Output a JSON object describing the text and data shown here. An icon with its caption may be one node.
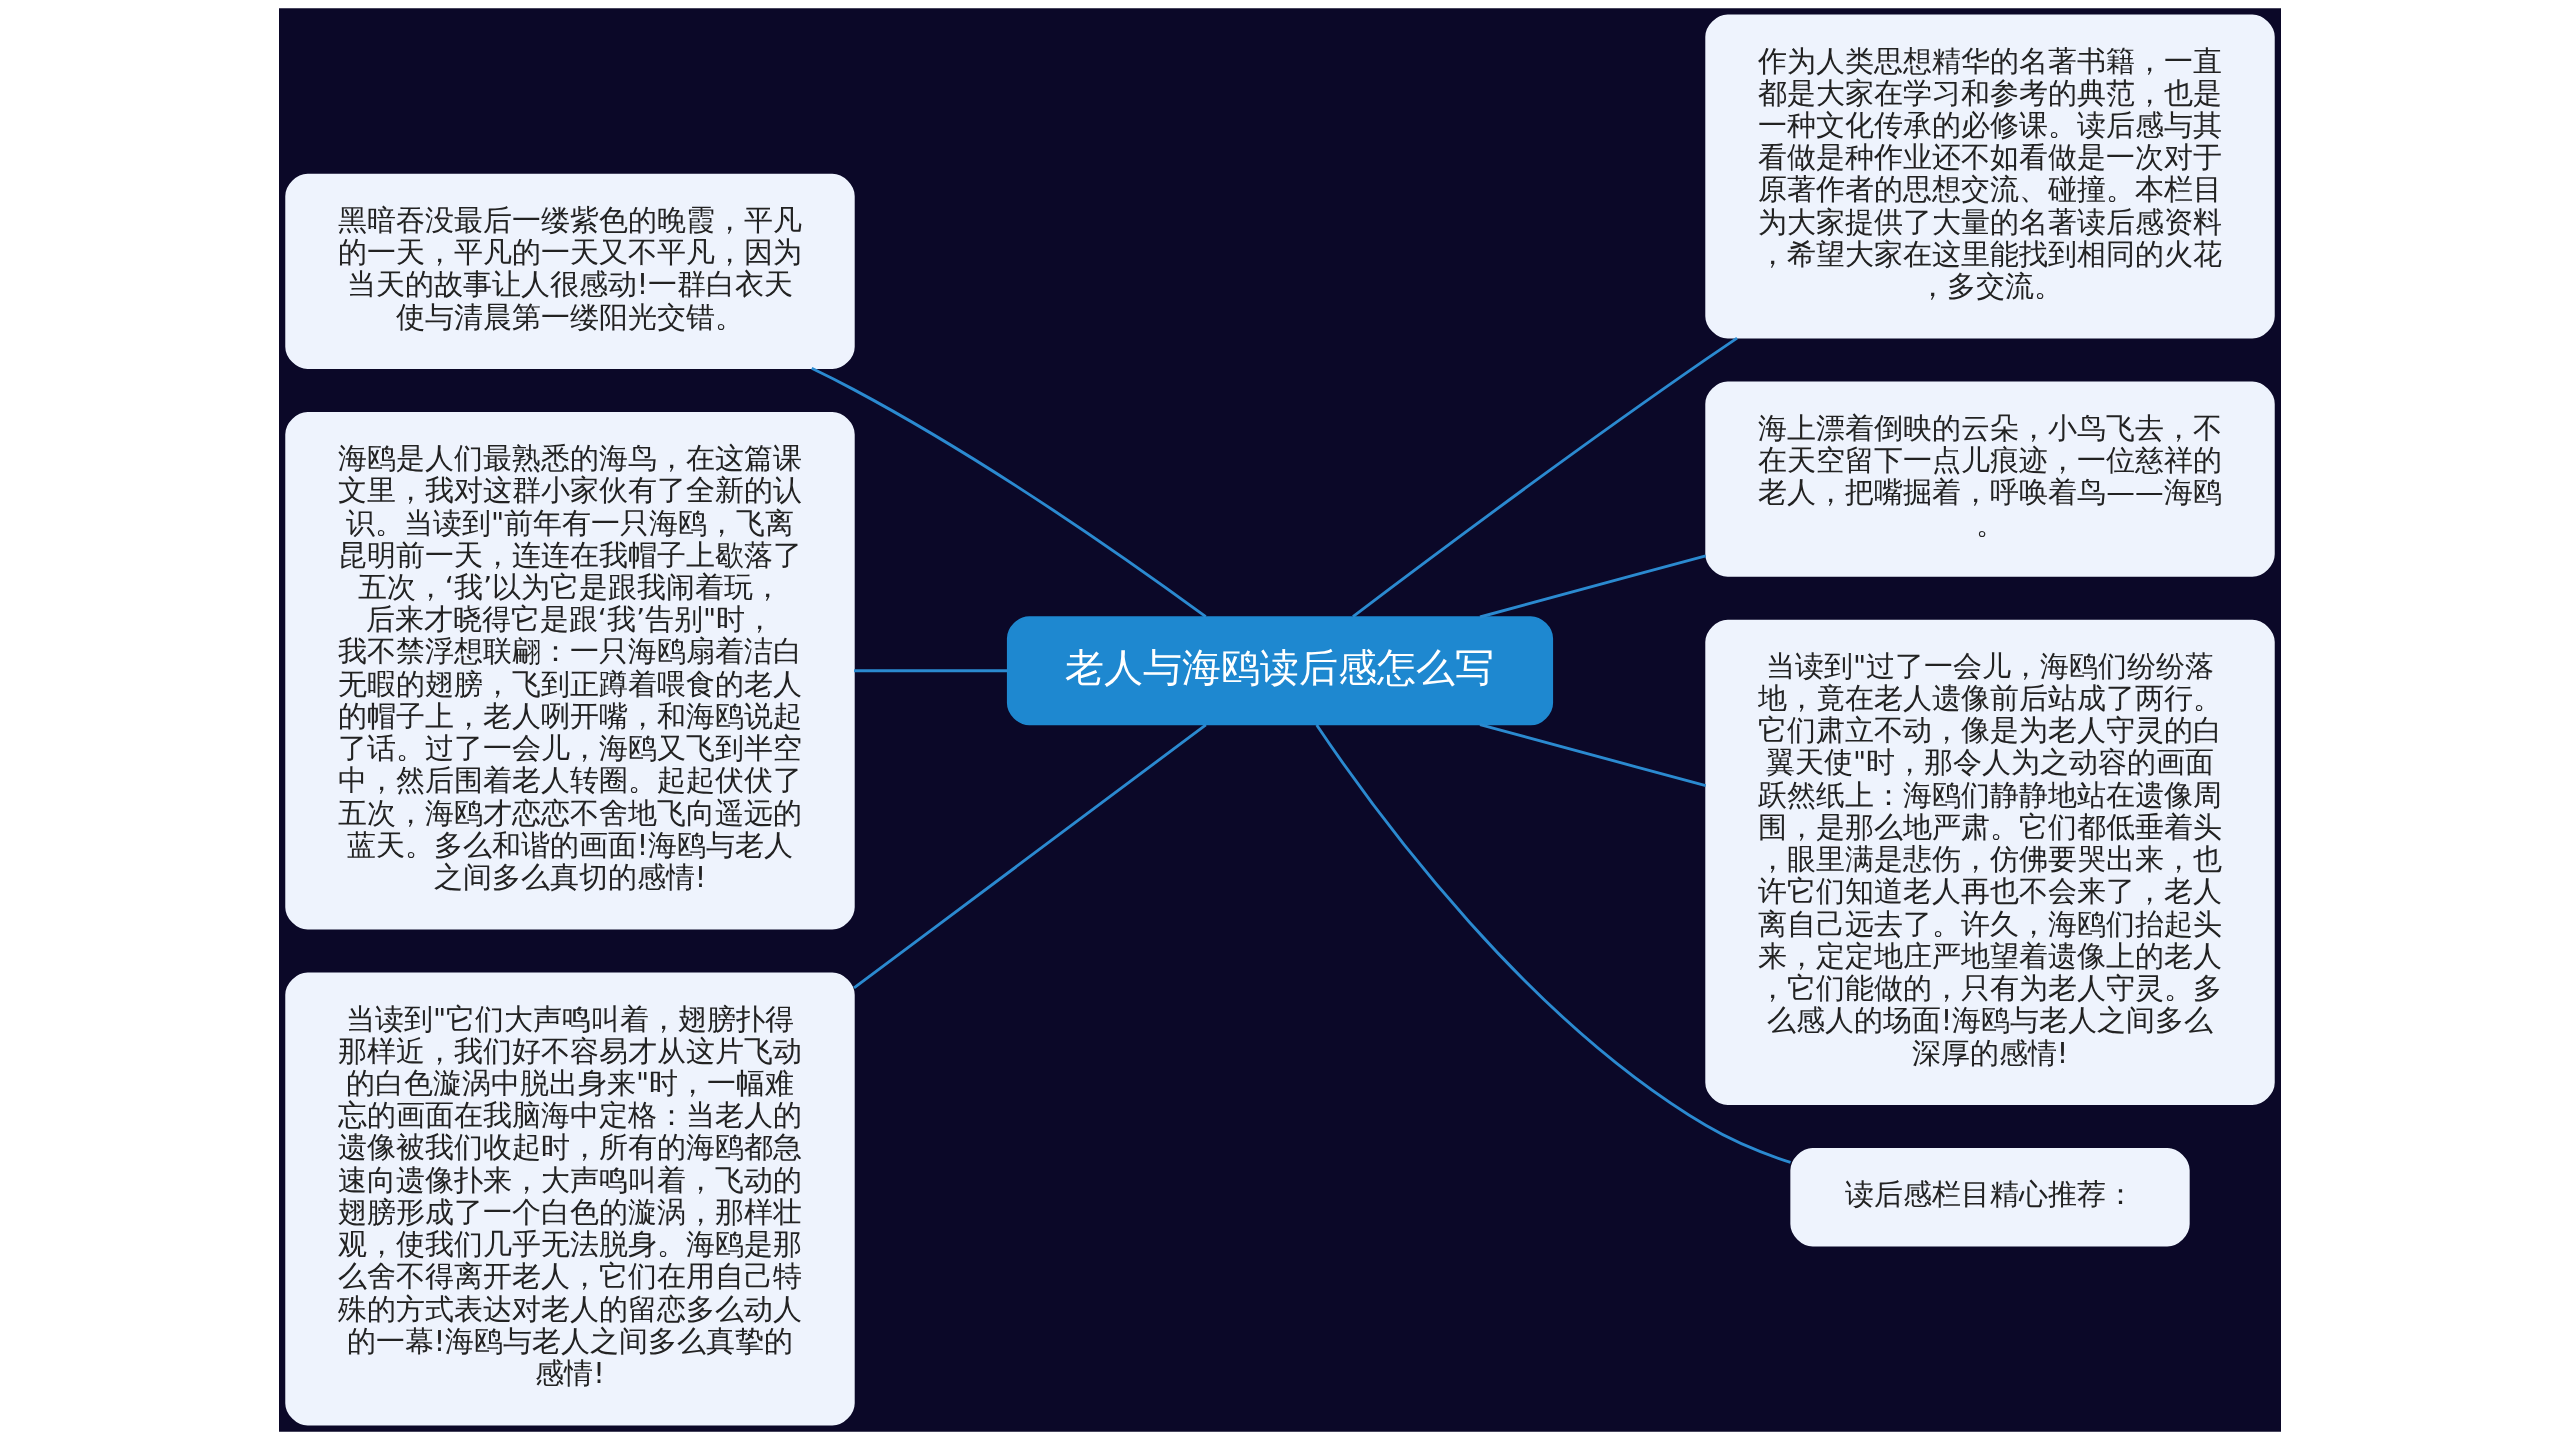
{
  "diagram": {
    "nodes": [
      {
        "text": [
          "老人与海鸥读后感怎么写"
        ]
      },
      {
        "text": [
          "黑暗吞没最后一缕紫色的晚霞，平凡的一天，平凡的一天又不平凡，因为当天的故事让人很感动!一群白衣天使与清晨第一缕阳光交错。"
        ]
      },
      {
        "text": [
          "海鸥是人们最熟悉的海鸟，在这篇课文里，我对这群小家伙有了全新的认识。当读到\"前年有一只海鸥，飞离昆明前一天，连连在我帽子上歇落了五次，‘我’以为它是跟我闹着玩，后来才晓得它是跟‘我’告别\"时，我不禁浮想联翩：一只海鸥扇着洁白无暇的翅膀，飞到正蹲着喂食的老人的帽子上，老人咧开嘴，和海鸥说起了话。过了一会儿，海鸥又飞到半空中，然后围着老人转圈。起起伏伏了五次，海鸥才恋恋不舍地飞向遥远的蓝天。多么和谐的画面!海鸥与老人之间多么真切的感情!"
        ]
      },
      {
        "text": [
          "当读到\"它们大声鸣叫着，翅膀扑得那样近，我们好不容易才从这片飞动的白色漩涡中脱出身来\"时，一幅难忘的画面在我脑海中定格：当老人的遗像被我们收起时，所有的海鸥都急速向遗像扑来，大声鸣叫着，飞动的翅膀形成了一个白色的漩涡，那样壮观，使我们几乎无法脱身。海鸥是那么舍不得离开老人，它们在用自己特殊的方式表达对老人的留恋多么动人的一幕!海鸥与老人之间多么真挚的感情!"
        ]
      },
      {
        "text": [
          "作为人类思想精华的名著书籍，一直都是大家在学习和参考的典范，也是一种文化传承的必修课。读后感与其看做是种作业还不如看做是一次对于原著作者的思想交流、碰撞。本栏目为大家提供了大量的名著读后感资料，希望大家在这里能找到相同的火花，多交流。"
        ]
      },
      {
        "text": [
          "海上漂着倒映的云朵，小鸟飞去，不在天空留下一点儿痕迹，一位慈祥的老人，把嘴掘着，呼唤着鸟——海鸥。"
        ]
      },
      {
        "text": [
          "当读到\"过了一会儿，海鸥们纷纷落地，竟在老人遗像前后站成了两行。它们肃立不动，像是为老人守灵的白翼天使\"时，那令人为之动容的画面跃然纸上：海鸥们静静地站在遗像周围，是那么地严肃。它们都低垂着头，眼里满是悲伤，仿佛要哭出来，也许它们知道老人再也不会来了，老人离自己远去了。许久，海鸥们抬起头来，定定地庄严地望着遗像上的老人，它们能做的，只有为老人守灵。多么感人的场面!海鸥与老人之间多么深厚的感情!"
        ]
      },
      {
        "text": [
          "读后感栏目精心推荐："
        ]
      }
    ],
    "edges": [
      {
        "from": 0,
        "to": 1,
        "arrow": "none"
      },
      {
        "from": 0,
        "to": 2,
        "arrow": "none"
      },
      {
        "from": 0,
        "to": 3,
        "arrow": "none"
      },
      {
        "from": 0,
        "to": 4,
        "arrow": "none"
      },
      {
        "from": 0,
        "to": 5,
        "arrow": "none"
      },
      {
        "from": 0,
        "to": 6,
        "arrow": "none"
      },
      {
        "from": 0,
        "to": 7,
        "arrow": "none"
      }
    ]
  }
}
